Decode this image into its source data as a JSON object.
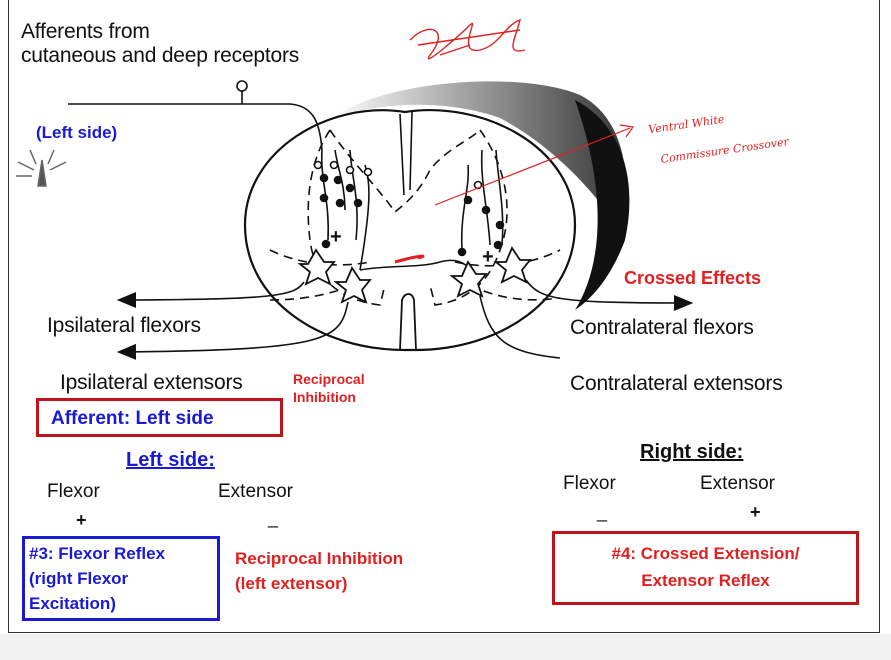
{
  "top_label_line1": "Afferents from",
  "top_label_line2": "cutaneous and deep receptors",
  "left_side_tag": "(Left side)",
  "handwritten_note_line1": "Ventral White",
  "handwritten_note_line2": "Commissure Crossover",
  "crossed_effects": "Crossed Effects",
  "ipsi_flexors": "Ipsilateral flexors",
  "ipsi_extensors": "Ipsilateral extensors",
  "contra_flexors": "Contralateral flexors",
  "contra_extensors": "Contralateral extensors",
  "reciprocal_line1": "Reciprocal",
  "reciprocal_line2": "Inhibition",
  "afferent_box": "Afferent: Left side",
  "left_side_heading": "Left side:",
  "right_side_heading": "Right side:",
  "left_flexor": "Flexor",
  "left_extensor": "Extensor",
  "left_flexor_sign": "+",
  "left_extensor_sign": "_",
  "right_flexor": "Flexor",
  "right_extensor": "Extensor",
  "right_flexor_sign": "_",
  "right_extensor_sign": "+",
  "flexor_reflex_box": {
    "line1": "#3: Flexor Reflex",
    "line2": "(right Flexor",
    "line3": "Excitation)"
  },
  "reciprocal_inhibition_note": {
    "line1": "Reciprocal Inhibition",
    "line2": "(left extensor)"
  },
  "crossed_extension_box": {
    "line1": "#4: Crossed Extension/",
    "line2": "Extensor Reflex"
  },
  "interneuron_sign_left": "+",
  "interneuron_sign_right": "+",
  "colors": {
    "blue": "#1a1ad6",
    "red": "#e02020",
    "box_blue": "#1a1ad6",
    "box_red": "#c0141c"
  }
}
